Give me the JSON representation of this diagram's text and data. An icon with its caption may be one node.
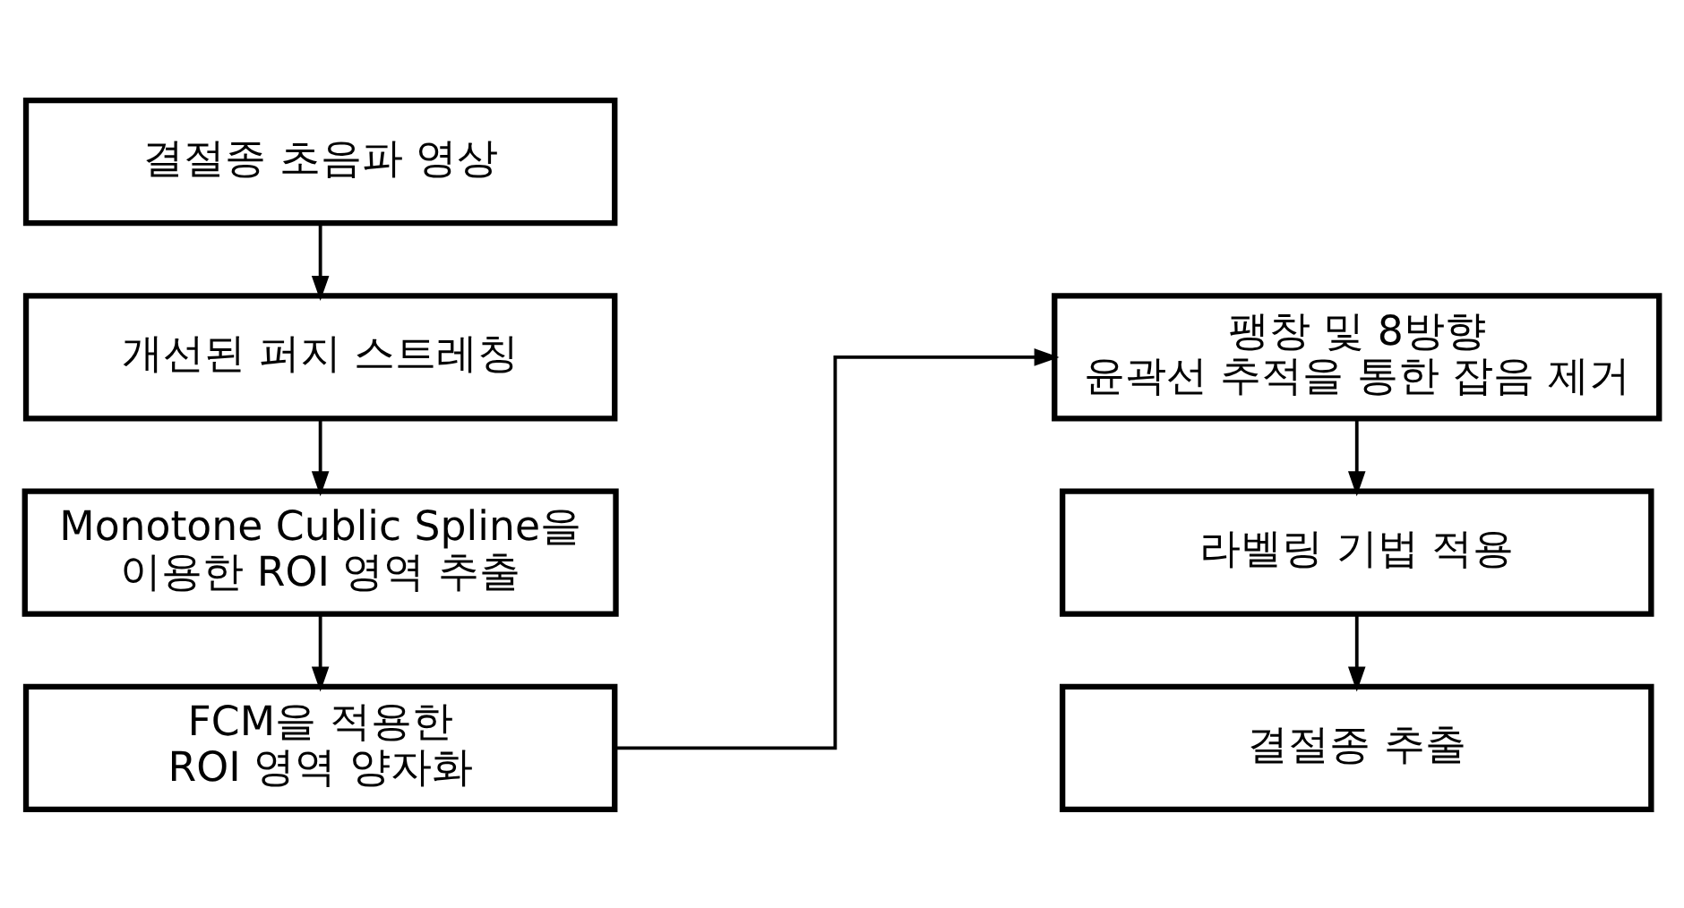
{
  "diagram": {
    "nodes": [
      {
        "text": [
          "결절종 초음파 영상"
        ]
      },
      {
        "text": [
          "개선된 퍼지 스트레칭"
        ]
      },
      {
        "text": [
          "Monotone Cublic Spline을 이용한 ROI 영역 추출"
        ]
      },
      {
        "text": [
          "FCM을 적용한 ROI 영역 양자화"
        ]
      },
      {
        "text": [
          "팽창 및 8방향 윤곽선 추적을 통한 잡음 제거"
        ]
      },
      {
        "text": [
          "라벨링 기법 적용"
        ]
      },
      {
        "text": [
          "결절종 추출"
        ]
      }
    ],
    "edges": [
      {
        "from": 0,
        "to": 1,
        "arrow": "to"
      },
      {
        "from": 1,
        "to": 2,
        "arrow": "to"
      },
      {
        "from": 2,
        "to": 3,
        "arrow": "to"
      },
      {
        "from": 3,
        "to": 4,
        "arrow": "to"
      },
      {
        "from": 4,
        "to": 5,
        "arrow": "to"
      },
      {
        "from": 5,
        "to": 6,
        "arrow": "to"
      }
    ]
  }
}
